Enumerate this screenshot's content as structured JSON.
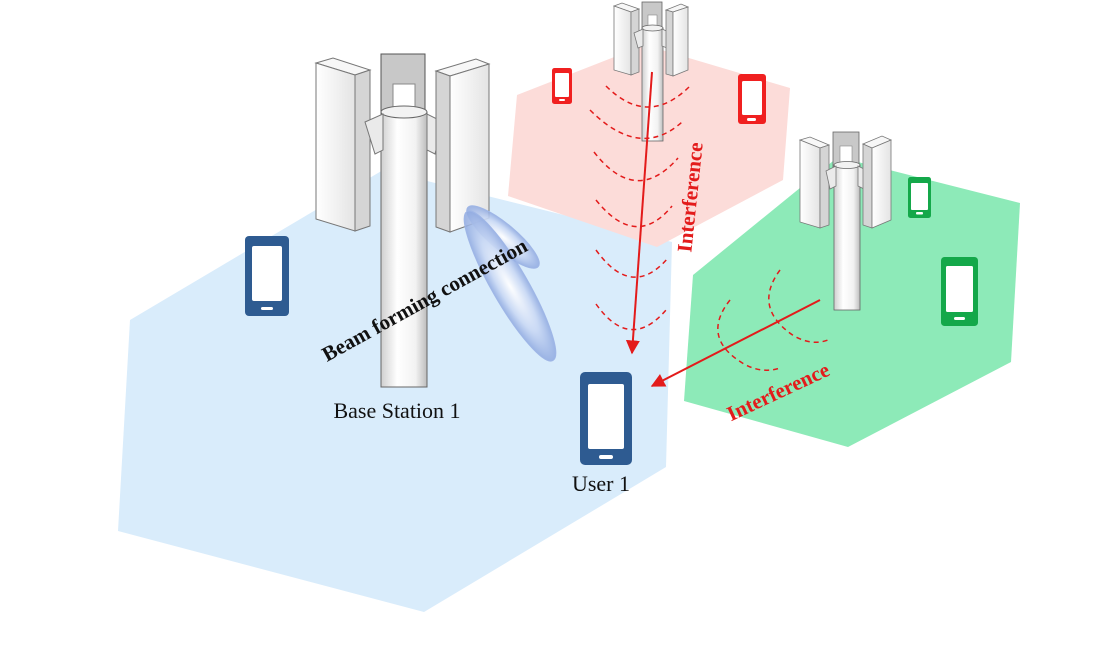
{
  "labels": {
    "base_station": "Base Station 1",
    "user": "User 1",
    "beam": "Beam forming connection",
    "interference_red": "Interference",
    "interference_green": "Interference"
  },
  "colors": {
    "blue_cell": "#d9ecfb",
    "red_cell": "#fcdcd9",
    "green_cell": "#8deab8",
    "blue_phone": "#2e5b91",
    "red_phone": "#f02020",
    "green_phone": "#14a84a",
    "interference": "#e31b1b",
    "beam": "#b9cdf0"
  },
  "icons": {
    "base_station_main": "cell-tower-icon",
    "base_station_red": "cell-tower-icon",
    "base_station_green": "cell-tower-icon",
    "phone": "smartphone-icon"
  }
}
